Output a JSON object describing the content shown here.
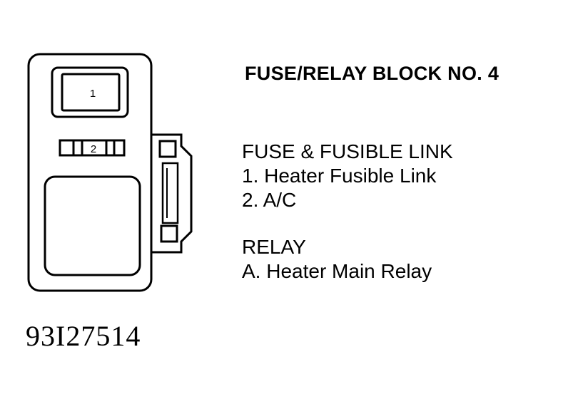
{
  "title": "FUSE/RELAY BLOCK NO. 4",
  "fuse_section": {
    "heading": "FUSE & FUSIBLE LINK",
    "items": [
      "1. Heater Fusible Link",
      "2. A/C"
    ]
  },
  "relay_section": {
    "heading": "RELAY",
    "items": [
      "A. Heater Main Relay"
    ]
  },
  "block_labels": {
    "fusible_link": "1",
    "fuse": "2"
  },
  "figure_code": "93I27514"
}
